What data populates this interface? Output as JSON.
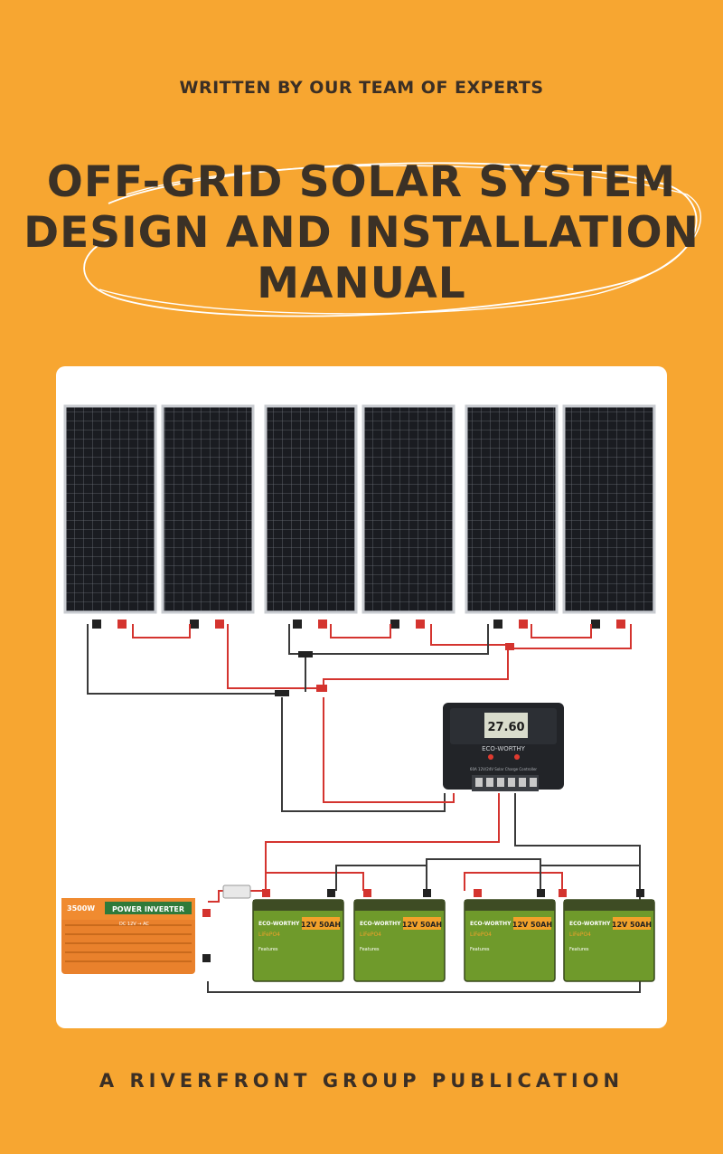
{
  "cover": {
    "byline": "WRITTEN BY OUR TEAM OF EXPERTS",
    "title_lines": [
      "OFF-GRID SOLAR SYSTEM",
      "DESIGN AND INSTALLATION",
      "MANUAL"
    ],
    "publisher": "A RIVERFRONT GROUP PUBLICATION"
  },
  "illustration": {
    "panel_count": 6,
    "controller": {
      "brand": "ECO-WORTHY",
      "display": "27.60",
      "subtitle": "60A 12V/24V Solar Charge Controller"
    },
    "inverter": {
      "wattage": "3500W",
      "label": "POWER INVERTER",
      "sub": "DC 12V → AC"
    },
    "battery": {
      "brand": "ECO-WORTHY",
      "rating": "12V 50AH",
      "chem": "LiFePO4",
      "features_label": "Features",
      "count": 4
    },
    "colors": {
      "background": "#f7a631",
      "text": "#3b3126",
      "positive_wire": "#d4342f",
      "negative_wire": "#3a3a3a",
      "panel": "#1b1d22",
      "battery": "#6f9a2b",
      "inverter": "#e9812c"
    }
  }
}
